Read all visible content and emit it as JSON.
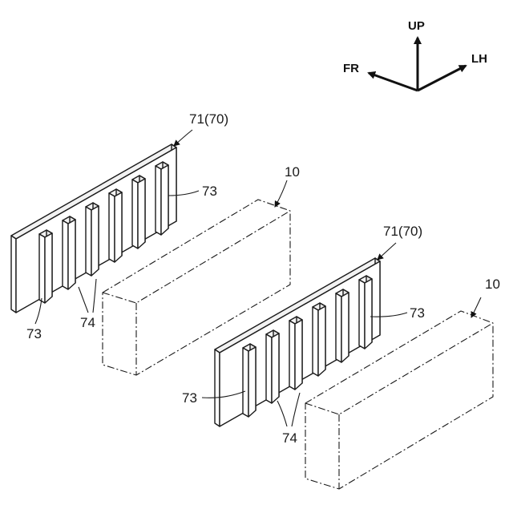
{
  "directions": {
    "up": "UP",
    "front": "FR",
    "left": "LH"
  },
  "assemblies": [
    {
      "part_label": "71(70)",
      "rib_label_upper": "73",
      "rib_label_lower": "73",
      "groove_label": "74",
      "phantom_label": "10"
    },
    {
      "part_label": "71(70)",
      "rib_label_upper": "73",
      "rib_label_lower": "73",
      "groove_label": "74",
      "phantom_label": "10"
    }
  ]
}
